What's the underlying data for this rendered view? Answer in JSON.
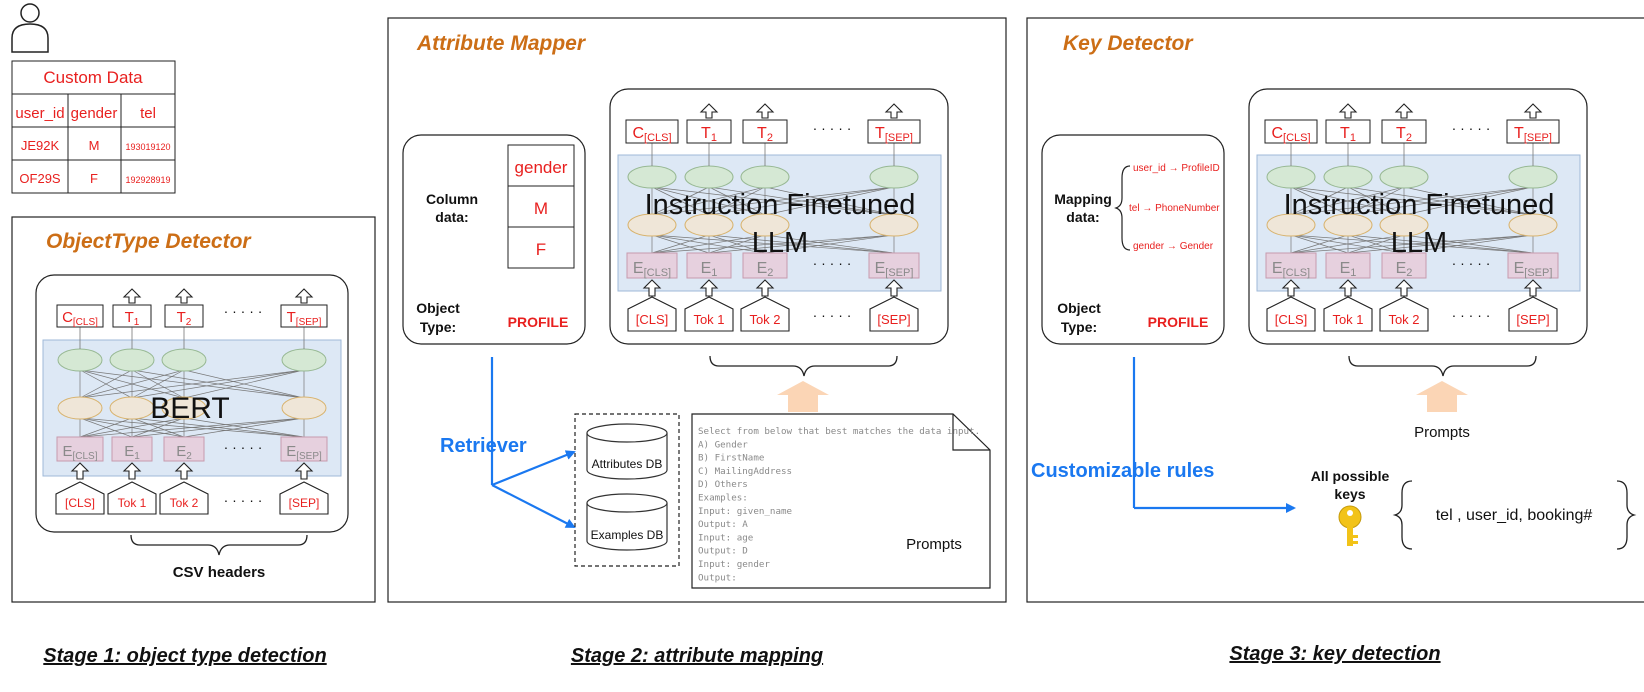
{
  "custom_data": {
    "title": "Custom Data",
    "headers": [
      "user_id",
      "gender",
      "tel"
    ],
    "rows": [
      [
        "JE92K",
        "M",
        "193019120"
      ],
      [
        "OF29S",
        "F",
        "192928919"
      ]
    ]
  },
  "stage1": {
    "panel_title": "ObjectType Detector",
    "model_label": "BERT",
    "top_tokens": [
      "C",
      "T",
      "T",
      "T"
    ],
    "top_subs": [
      "[CLS]",
      "1",
      "2",
      "[SEP]"
    ],
    "emb_tokens": [
      "E",
      "E",
      "E",
      "E"
    ],
    "emb_subs": [
      "[CLS]",
      "1",
      "2",
      "[SEP]"
    ],
    "inputs": [
      "[CLS]",
      "Tok 1",
      "Tok 2",
      "[SEP]"
    ],
    "dots": "· · · · ·",
    "brace_label": "CSV headers",
    "caption": "Stage 1: object type detection"
  },
  "stage2": {
    "panel_title": "Attribute Mapper",
    "column_label_1": "Column",
    "column_label_2": "data:",
    "column_values": [
      "gender",
      "M",
      "F"
    ],
    "object_label_1": "Object",
    "object_label_2": "Type:",
    "object_value": "PROFILE",
    "model_label_1": "Instruction Finetuned",
    "model_label_2": "LLM",
    "retriever": "Retriever",
    "db1": "Attributes DB",
    "db2": "Examples DB",
    "prompt_lines": [
      "Select from below that best matches the data input.",
      "A) Gender",
      "B) FirstName",
      "C) MailingAddress",
      "D) Others",
      "Examples:",
      "Input: given_name",
      "Output: A",
      "Input: age",
      "Output: D",
      "Input: gender",
      "Output:"
    ],
    "prompts_label": "Prompts",
    "caption": "Stage 2: attribute mapping"
  },
  "stage3": {
    "panel_title": "Key Detector",
    "mapping_label_1": "Mapping",
    "mapping_label_2": "data:",
    "mappings": [
      "user_id → ProfileID",
      "tel → PhoneNumber",
      "gender → Gender"
    ],
    "object_label_1": "Object",
    "object_label_2": "Type:",
    "object_value": "PROFILE",
    "model_label_1": "Instruction Finetuned",
    "model_label_2": "LLM",
    "prompts_label": "Prompts",
    "rules": "Customizable rules",
    "keys_label_1": "All possible",
    "keys_label_2": "keys",
    "keys_value": "tel , user_id, booking#",
    "caption": "Stage 3: key detection"
  },
  "colors": {
    "panel_title": "#cc6e16",
    "accent_red": "#e8201f",
    "arrow_blue": "#1a78f0",
    "model_bg": "#dde8f5",
    "hidden_green": "#d5e8d4",
    "hidden_tan": "#efe6d8",
    "embed_pink": "#e6d0de"
  }
}
